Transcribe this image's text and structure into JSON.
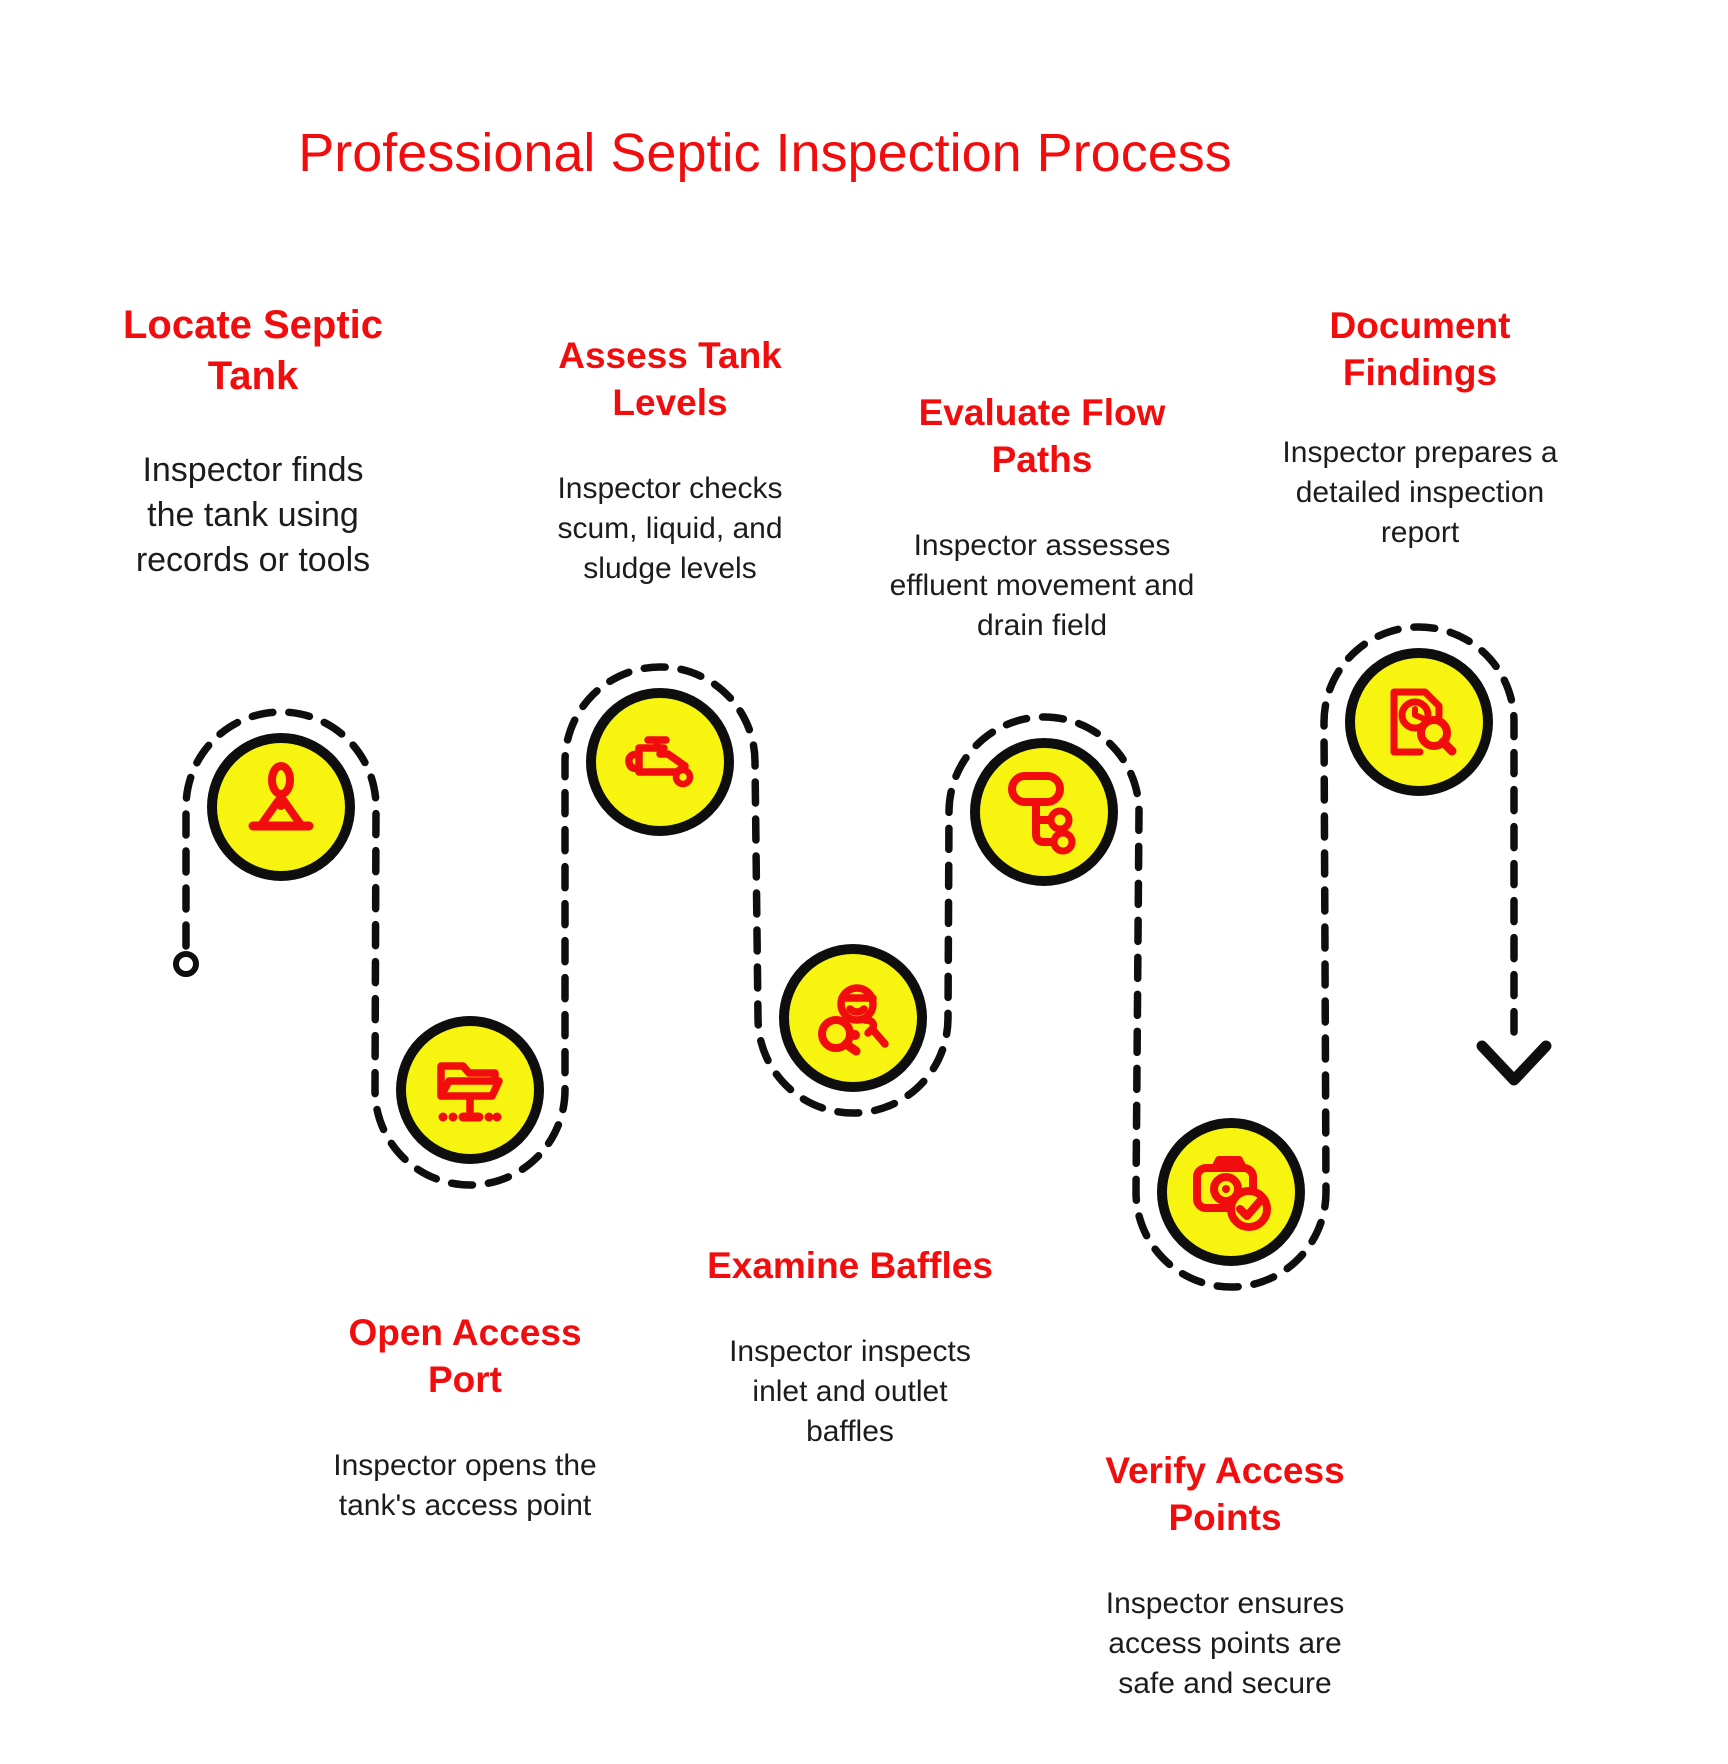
{
  "title": "Professional Septic Inspection Process",
  "colors": {
    "accent_red": "#F10D0D",
    "node_yellow": "#F7F50F",
    "path_black": "#0E0E0E",
    "text_black": "#1C1C1C",
    "background": "#FFFFFF"
  },
  "steps": [
    {
      "title": "Locate Septic\nTank",
      "description": "Inspector finds\nthe tank using\nrecords or tools",
      "icon": "metal-detector-icon"
    },
    {
      "title": "Open Access\nPort",
      "description": "Inspector opens the\ntank's access point",
      "icon": "network-folder-icon"
    },
    {
      "title": "Assess Tank\nLevels",
      "description": "Inspector checks\nscum, liquid, and\nsludge levels",
      "icon": "oil-can-icon"
    },
    {
      "title": "Examine Baffles",
      "description": "Inspector inspects\ninlet and outlet\nbaffles",
      "icon": "inspector-magnifier-icon"
    },
    {
      "title": "Evaluate Flow\nPaths",
      "description": "Inspector assesses\neffluent movement and\ndrain field",
      "icon": "flowchart-icon"
    },
    {
      "title": "Verify Access\nPoints",
      "description": "Inspector ensures\naccess points are\nsafe and secure",
      "icon": "camera-check-icon"
    },
    {
      "title": "Document\nFindings",
      "description": "Inspector prepares a\ndetailed inspection\nreport",
      "icon": "document-search-icon"
    }
  ]
}
